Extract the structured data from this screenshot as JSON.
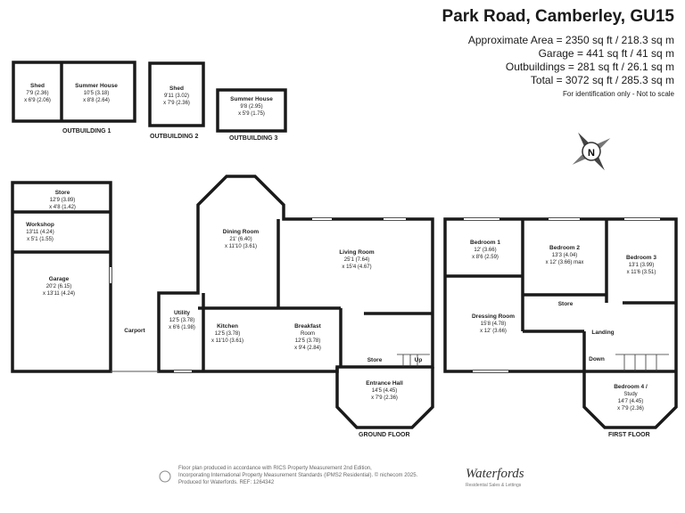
{
  "header": {
    "address": "Park Road, Camberley, GU15",
    "approx_area": "Approximate Area = 2350 sq ft / 218.3 sq m",
    "garage_area": "Garage = 441 sq ft / 41 sq m",
    "outbuildings_area": "Outbuildings = 281 sq ft / 26.1 sq m",
    "total_area": "Total = 3072 sq ft / 285.3 sq m",
    "note": "For identification only - Not to scale"
  },
  "compass": {
    "label": "N"
  },
  "captions": {
    "outbuilding1": "OUTBUILDING 1",
    "outbuilding2": "OUTBUILDING 2",
    "outbuilding3": "OUTBUILDING 3",
    "ground_floor": "GROUND FLOOR",
    "first_floor": "FIRST FLOOR"
  },
  "rooms": {
    "ob1_shed": {
      "name": "Shed",
      "dims": [
        "7'9 (2.36)",
        "x 6'9 (2.06)"
      ]
    },
    "ob1_summer": {
      "name": "Summer House",
      "dims": [
        "10'5 (3.18)",
        "x 8'8 (2.64)"
      ]
    },
    "ob2_shed": {
      "name": "Shed",
      "dims": [
        "9'11 (3.02)",
        "x 7'9 (2.36)"
      ]
    },
    "ob3_summer": {
      "name": "Summer House",
      "dims": [
        "9'8 (2.95)",
        "x 5'9 (1.75)"
      ]
    },
    "store_gf": {
      "name": "Store",
      "dims": [
        "12'9 (3.89)",
        "x 4'8 (1.42)"
      ]
    },
    "workshop": {
      "name": "Workshop",
      "dims": [
        "13'11 (4.24)",
        "x 5'1 (1.55)"
      ]
    },
    "garage": {
      "name": "Garage",
      "dims": [
        "20'2 (6.15)",
        "x 13'11 (4.24)"
      ]
    },
    "carport": {
      "name": "Carport",
      "dims": []
    },
    "utility": {
      "name": "Utility",
      "dims": [
        "12'5 (3.78)",
        "x 6'6 (1.98)"
      ]
    },
    "dining": {
      "name": "Dining Room",
      "dims": [
        "21' (6.40)",
        "x 11'10 (3.61)"
      ]
    },
    "kitchen": {
      "name": "Kitchen",
      "dims": [
        "12'5 (3.78)",
        "x 11'10 (3.61)"
      ]
    },
    "breakfast": {
      "name": "Breakfast",
      "dims": [
        "Room",
        "12'5 (3.78)",
        "x 9'4 (2.84)"
      ]
    },
    "living": {
      "name": "Living Room",
      "dims": [
        "25'1 (7.64)",
        "x 15'4 (4.67)"
      ]
    },
    "store_hall": {
      "name": "Store",
      "dims": []
    },
    "up": {
      "name": "Up",
      "dims": []
    },
    "entrance": {
      "name": "Entrance Hall",
      "dims": [
        "14'5 (4.45)",
        "x 7'9 (2.36)"
      ]
    },
    "bed1": {
      "name": "Bedroom 1",
      "dims": [
        "12' (3.66)",
        "x 8'6 (2.59)"
      ]
    },
    "bed2": {
      "name": "Bedroom 2",
      "dims": [
        "13'3 (4.04)",
        "x 12' (3.66) max"
      ]
    },
    "bed3": {
      "name": "Bedroom 3",
      "dims": [
        "13'1 (3.99)",
        "x 11'6 (3.51)"
      ]
    },
    "store_ff": {
      "name": "Store",
      "dims": []
    },
    "dressing": {
      "name": "Dressing Room",
      "dims": [
        "15'8 (4.78)",
        "x 12' (3.66)"
      ]
    },
    "landing": {
      "name": "Landing",
      "dims": []
    },
    "down": {
      "name": "Down",
      "dims": []
    },
    "bed4": {
      "name": "Bedroom 4 /",
      "dims": [
        "Study",
        "14'7 (4.45)",
        "x 7'9 (2.36)"
      ]
    }
  },
  "footer": {
    "text_lines": [
      "Floor plan produced in accordance with RICS Property Measurement 2nd Edition,",
      "Incorporating International Property Measurement Standards (IPMS2 Residential).  © nichecom 2025.",
      "Produced for Waterfords.   REF: 1264342"
    ],
    "brand": "Waterfords",
    "tagline": "Residential Sales & Lettings"
  }
}
